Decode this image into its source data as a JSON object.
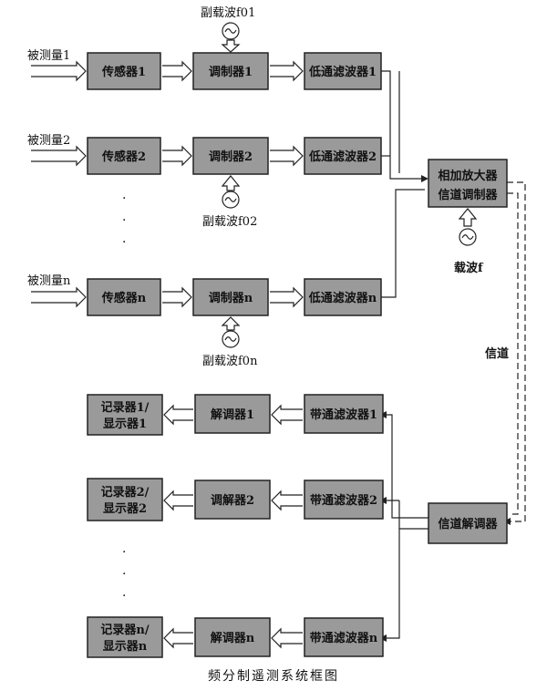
{
  "tx": {
    "inputs": [
      "被测量1",
      "被测量2",
      "被测量n"
    ],
    "sensors": [
      "传感器1",
      "传感器2",
      "传感器n"
    ],
    "modulators": [
      "调制器1",
      "调制器2",
      "调制器n"
    ],
    "lowpass": [
      "低通滤波器1",
      "低通滤波器2",
      "低通滤波器n"
    ],
    "subcarriers": [
      "副载波f01",
      "副载波f02",
      "副载波f0n"
    ],
    "mixer_line1": "相加放大器",
    "mixer_line2": "信道调制器",
    "carrier": "载波f"
  },
  "channel": "信道",
  "rx": {
    "bandpass": [
      "带通滤波器1",
      "带通滤波器2",
      "带通滤波器n"
    ],
    "demodulators": [
      "解调器1",
      "调解器2",
      "解调器n"
    ],
    "recorders_line1": [
      "记录器1/",
      "记录器2/",
      "记录器n/"
    ],
    "recorders_line2": [
      "显示器1",
      "显示器2",
      "显示器n"
    ],
    "channel_demod": "信道解调器"
  },
  "caption": "频分制遥测系统框图"
}
